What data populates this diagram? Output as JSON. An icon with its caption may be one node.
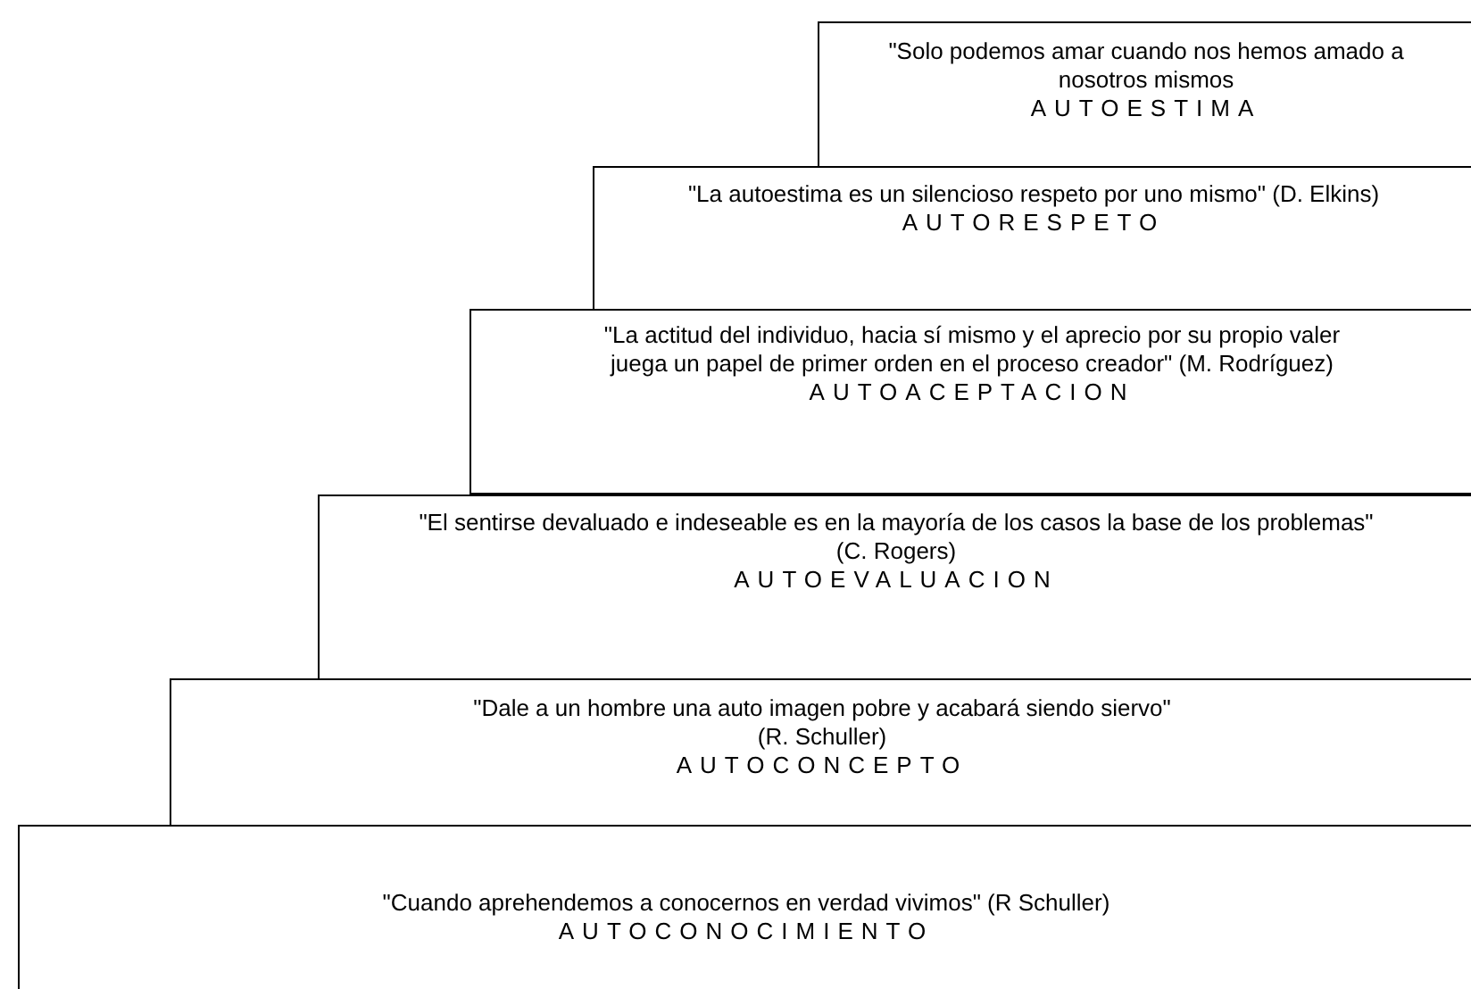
{
  "diagram": {
    "nodes": [
      {
        "text": [
          "\"Solo podemos amar cuando nos hemos amado a nosotros mismos",
          "AUTOESTIMA"
        ]
      },
      {
        "text": [
          "\"La autoestima es un silencioso respeto por uno mismo\" (D. Elkins)",
          "AUTORESPETO"
        ]
      },
      {
        "text": [
          "\"La actitud del individuo, hacia sí mismo y el aprecio por su propio valer juega un papel de primer orden en el proceso creador\" (M. Rodríguez)",
          "AUTOACEPTACION"
        ]
      },
      {
        "text": [
          "\"El sentirse devaluado e indeseable es en la mayoría de los casos la base de los problemas\"",
          "(C. Rogers)",
          "AUTOEVALUACION"
        ]
      },
      {
        "text": [
          "\"Dale a un hombre una auto imagen pobre y acabará siendo siervo\"",
          "(R. Schuller)",
          "AUTOCONCEPTO"
        ]
      },
      {
        "text": [
          "\"Cuando aprehendemos a conocernos en verdad vivimos\" (R Schuller)",
          "AUTOCONOCIMIENTO"
        ]
      }
    ]
  }
}
